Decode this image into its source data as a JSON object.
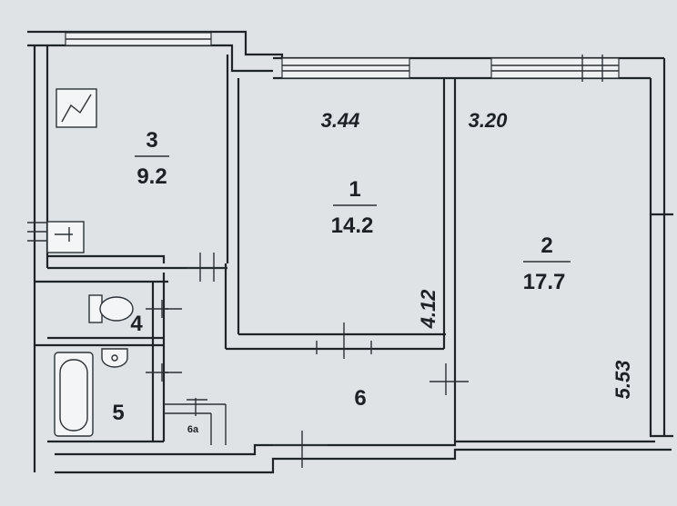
{
  "plan": {
    "rooms": [
      {
        "id": "1",
        "number": "1",
        "area": "14.2"
      },
      {
        "id": "2",
        "number": "2",
        "area": "17.7"
      },
      {
        "id": "3",
        "number": "3",
        "area": "9.2"
      },
      {
        "id": "4",
        "number": "4"
      },
      {
        "id": "5",
        "number": "5"
      },
      {
        "id": "6",
        "number": "6"
      },
      {
        "id": "6a",
        "number": "6a"
      }
    ],
    "dimensions": {
      "room1_width": "3.44",
      "room2_width": "3.20",
      "room1_depth": "4.12",
      "room2_depth": "5.53"
    }
  },
  "colors": {
    "background": "#dfe3e6",
    "line": "#1f2428",
    "fixture_fill": "#f4f5f6"
  },
  "icons": [
    "stove-icon",
    "sink-icon",
    "toilet-icon",
    "washbasin-icon",
    "bathtub-icon"
  ]
}
